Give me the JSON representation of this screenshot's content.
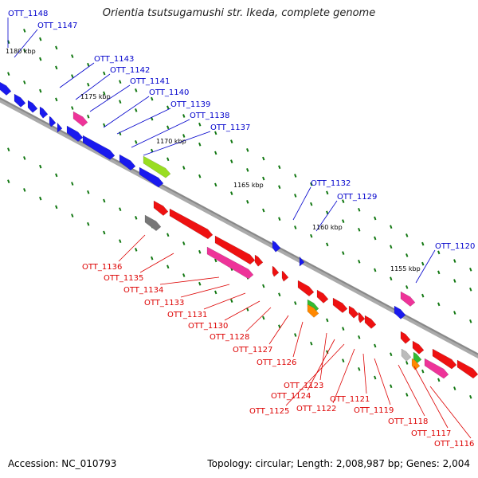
{
  "title": "Orientia tsutsugamushi str. Ikeda, complete genome",
  "footer": {
    "accession": "Accession: NC_010793",
    "summary": "Topology: circular; Length: 2,008,987 bp; Genes: 2,004"
  },
  "colors": {
    "top_strand_label": "#0000cc",
    "bottom_strand_label": "#dd0000",
    "gene_blue": "#1a1aee",
    "gene_red": "#ee1111",
    "gene_pink": "#ee3399",
    "gene_green": "#99dd22",
    "gene_gray": "#777777",
    "backbone": "#888888",
    "tick": "#117711"
  },
  "scale_labels": [
    "1180 kbp",
    "1175 kbp",
    "1170 kbp",
    "1165 kbp",
    "1160 kbp",
    "1155 kbp"
  ],
  "top_labels": [
    "OTT_1148",
    "OTT_1147",
    "OTT_1143",
    "OTT_1142",
    "OTT_1141",
    "OTT_1140",
    "OTT_1139",
    "OTT_1138",
    "OTT_1137",
    "OTT_1132",
    "OTT_1129",
    "OTT_1120"
  ],
  "bottom_labels": [
    "OTT_1136",
    "OTT_1135",
    "OTT_1134",
    "OTT_1133",
    "OTT_1131",
    "OTT_1130",
    "OTT_1128",
    "OTT_1127",
    "OTT_1126",
    "OTT_1123",
    "OTT_1124",
    "OTT_1125",
    "OTT_1122",
    "OTT_1121",
    "OTT_1119",
    "OTT_1118",
    "OTT_1117",
    "OTT_1116"
  ]
}
